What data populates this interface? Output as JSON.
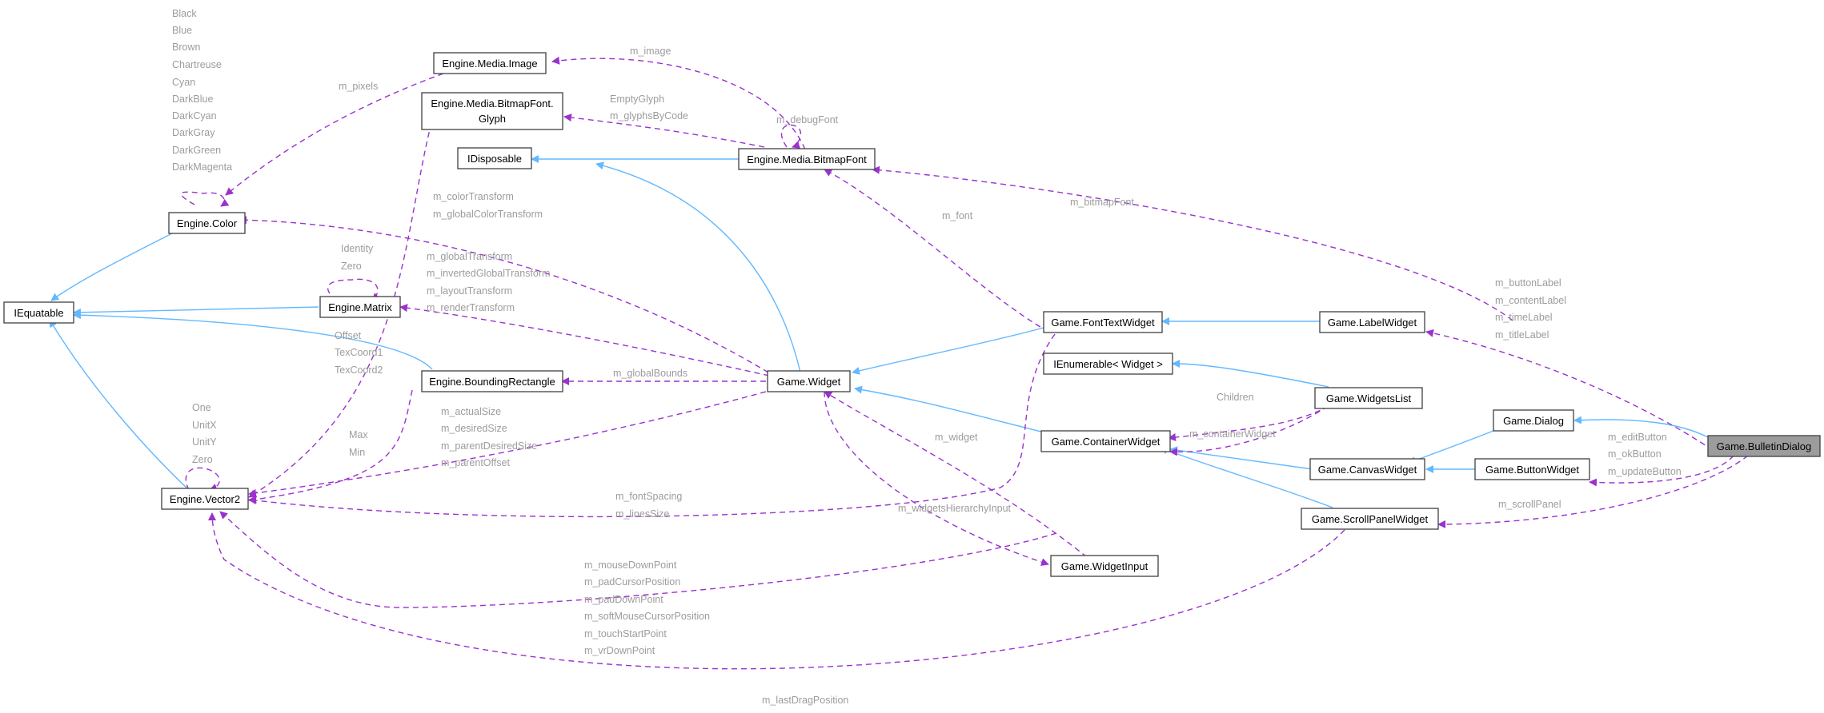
{
  "nodes": {
    "iequatable": "IEquatable",
    "color": "Engine.Color",
    "image": "Engine.Media.Image",
    "glyph_line1": "Engine.Media.BitmapFont.",
    "glyph_line2": "Glyph",
    "idisposable": "IDisposable",
    "bitmapfont": "Engine.Media.BitmapFont",
    "matrix": "Engine.Matrix",
    "bounding": "Engine.BoundingRectangle",
    "vector2": "Engine.Vector2",
    "widget": "Game.Widget",
    "fonttext": "Game.FontTextWidget",
    "labelwidget": "Game.LabelWidget",
    "ienumerable": "IEnumerable< Widget >",
    "widgetslist": "Game.WidgetsList",
    "container": "Game.ContainerWidget",
    "dialog": "Game.Dialog",
    "bulletin": "Game.BulletinDialog",
    "canvas": "Game.CanvasWidget",
    "button": "Game.ButtonWidget",
    "scroll": "Game.ScrollPanelWidget",
    "input": "Game.WidgetInput"
  },
  "labels": {
    "color_statics": [
      "Black",
      "Blue",
      "Brown",
      "Chartreuse",
      "Cyan",
      "DarkBlue",
      "DarkCyan",
      "DarkGray",
      "DarkGreen",
      "DarkMagenta"
    ],
    "m_pixels": "m_pixels",
    "m_image": "m_image",
    "glyph_refs": [
      "EmptyGlyph",
      "m_glyphsByCode"
    ],
    "m_debugFont": "m_debugFont",
    "color_transform": [
      "m_colorTransform",
      "m_globalColorTransform"
    ],
    "matrix_statics": [
      "Identity",
      "Zero"
    ],
    "matrix_transforms": [
      "m_globalTransform",
      "m_invertedGlobalTransform",
      "m_layoutTransform",
      "m_renderTransform"
    ],
    "texcoords": [
      "Offset",
      "TexCoord1",
      "TexCoord2"
    ],
    "m_font": "m_font",
    "m_bitmapFont": "m_bitmapFont",
    "m_globalBounds": "m_globalBounds",
    "vector_statics": [
      "One",
      "UnitX",
      "UnitY",
      "Zero"
    ],
    "maxmin": [
      "Max",
      "Min"
    ],
    "widget_sizes": [
      "m_actualSize",
      "m_desiredSize",
      "m_parentDesiredSize",
      "m_parentOffset"
    ],
    "font_spacing": [
      "m_fontSpacing",
      "m_linesSize"
    ],
    "m_widget": "m_widget",
    "m_widgetsHierarchyInput": "m_widgetsHierarchyInput",
    "children": "Children",
    "m_containerWidget": "m_containerWidget",
    "bulletin_labels": [
      "m_buttonLabel",
      "m_contentLabel",
      "m_timeLabel",
      "m_titleLabel"
    ],
    "bulletin_buttons": [
      "m_editButton",
      "m_okButton",
      "m_updateButton"
    ],
    "m_scrollPanel": "m_scrollPanel",
    "input_points": [
      "m_mouseDownPoint",
      "m_padCursorPosition",
      "m_padDownPoint",
      "m_softMouseCursorPosition",
      "m_touchStartPoint",
      "m_vrDownPoint"
    ],
    "m_lastDragPosition": "m_lastDragPosition"
  },
  "colors": {
    "inheritance_edge": "#63b8ff",
    "usage_edge": "#9a32cd",
    "label_text": "#9c9c9c",
    "highlighted_node": "#9c9c9c"
  }
}
